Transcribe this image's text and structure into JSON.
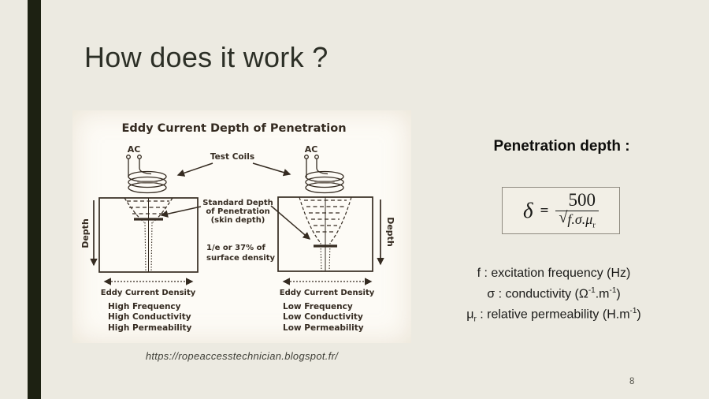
{
  "slide": {
    "title": "How does it work ?",
    "page_number": "8",
    "background_color": "#ECEAE1",
    "accent_bar_color": "#1D2112"
  },
  "diagram": {
    "title": "Eddy Current Depth of Penetration",
    "ac_label_left": "AC",
    "ac_label_right": "AC",
    "test_coils_label": "Test Coils",
    "standard_depth_line1": "Standard Depth",
    "standard_depth_line2": "of Penetration",
    "standard_depth_line3": "(skin depth)",
    "surface_density_line1": "1/e or 37% of",
    "surface_density_line2": "surface density",
    "depth_label_left": "Depth",
    "depth_label_right": "Depth",
    "eddy_density_label_left": "Eddy Current Density",
    "eddy_density_label_right": "Eddy Current Density",
    "left_conditions": [
      "High Frequency",
      "High Conductivity",
      "High Permeability"
    ],
    "right_conditions": [
      "Low Frequency",
      "Low Conductivity",
      "Low Permeability"
    ],
    "ink_color": "#352B21"
  },
  "caption": {
    "source_url": "https://ropeaccesstechnician.blogspot.fr/"
  },
  "panel": {
    "heading": "Penetration depth :",
    "formula": {
      "delta": "δ",
      "equals": "=",
      "numerator": "500",
      "sqrt_sign": "√",
      "radicand": "f.σ.μ",
      "radicand_sub": "r"
    },
    "legend": {
      "line1": "f : excitation frequency (Hz)",
      "line2_pre": "σ : conductivity (Ω",
      "line2_sup1": "-1",
      "line2_mid": ".m",
      "line2_sup2": "-1",
      "line2_post": ")",
      "line3_pre": "μ",
      "line3_sub": "r",
      "line3_mid": " : relative permeability (H.m",
      "line3_sup": "-1",
      "line3_post": ")"
    }
  }
}
